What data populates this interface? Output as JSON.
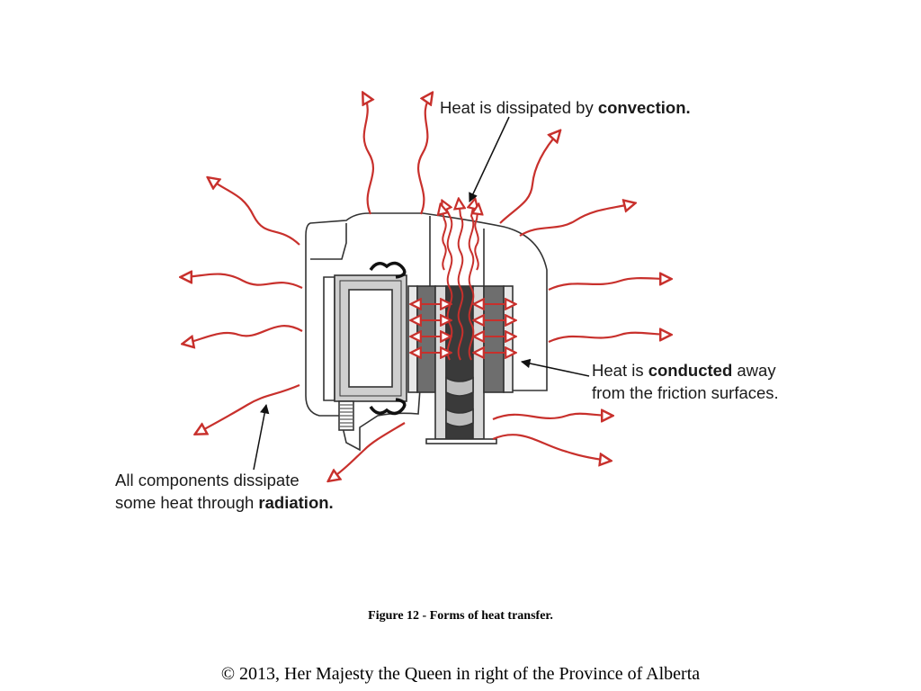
{
  "labels": {
    "convection": {
      "prefix": "Heat is dissipated by ",
      "bold": "convection."
    },
    "conduction": {
      "line1_prefix": "Heat is ",
      "line1_bold": "conducted",
      "line1_suffix": " away",
      "line2": "from the friction surfaces."
    },
    "radiation": {
      "line1": "All components dissipate",
      "line2_prefix": "some heat through ",
      "line2_bold": "radiation."
    }
  },
  "caption": "Figure 12 - Forms of heat transfer.",
  "copyright": "© 2013, Her Majesty the Queen in right of the Province of Alberta",
  "colors": {
    "heat_arrow": "#c8302c",
    "outline": "#333333",
    "pad_dark": "#6e6e6e",
    "housing": "#ffffff"
  }
}
